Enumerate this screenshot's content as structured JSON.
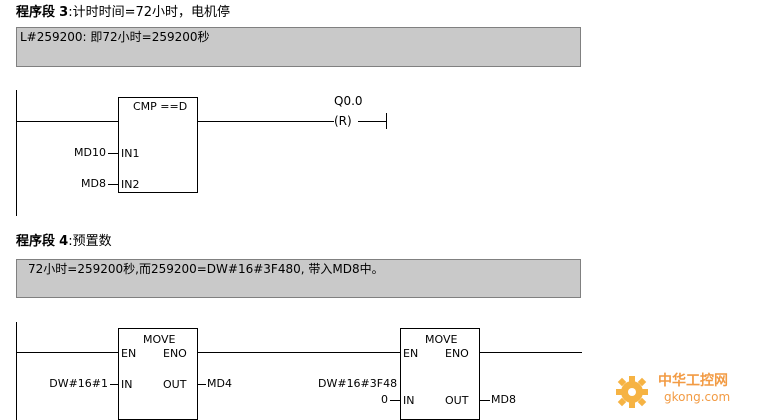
{
  "network3": {
    "prefix": "程序段",
    "number": "3",
    "sep": ":",
    "title": "计时时间=72小时，电机停",
    "comment": "L#259200:  即72小时=259200秒",
    "cmp_box_title": "CMP ==D",
    "in1_pin": "IN1",
    "in2_pin": "IN2",
    "in1_operand": "MD10",
    "in2_operand": "MD8",
    "coil_address": "Q0.0",
    "coil_symbol": "(R)"
  },
  "network4": {
    "prefix": "程序段",
    "number": "4",
    "sep": ":",
    "title": "预置数",
    "comment": "72小时=259200秒,而259200=DW#16#3F480, 带入MD8中。",
    "move1": {
      "title": "MOVE",
      "en": "EN",
      "eno": "ENO",
      "in_pin": "IN",
      "out_pin": "OUT",
      "in_operand": "DW#16#1",
      "out_operand": "MD4"
    },
    "move2": {
      "title": "MOVE",
      "en": "EN",
      "eno": "ENO",
      "in_pin": "IN",
      "out_pin": "OUT",
      "en_operand": "DW#16#3F48",
      "in_operand": "0",
      "out_operand": "MD8"
    }
  },
  "watermark": {
    "brand": "中华工控网",
    "site": "gkong.com",
    "colors": {
      "orange": "#f08a24",
      "gear": "#f5a623"
    }
  }
}
